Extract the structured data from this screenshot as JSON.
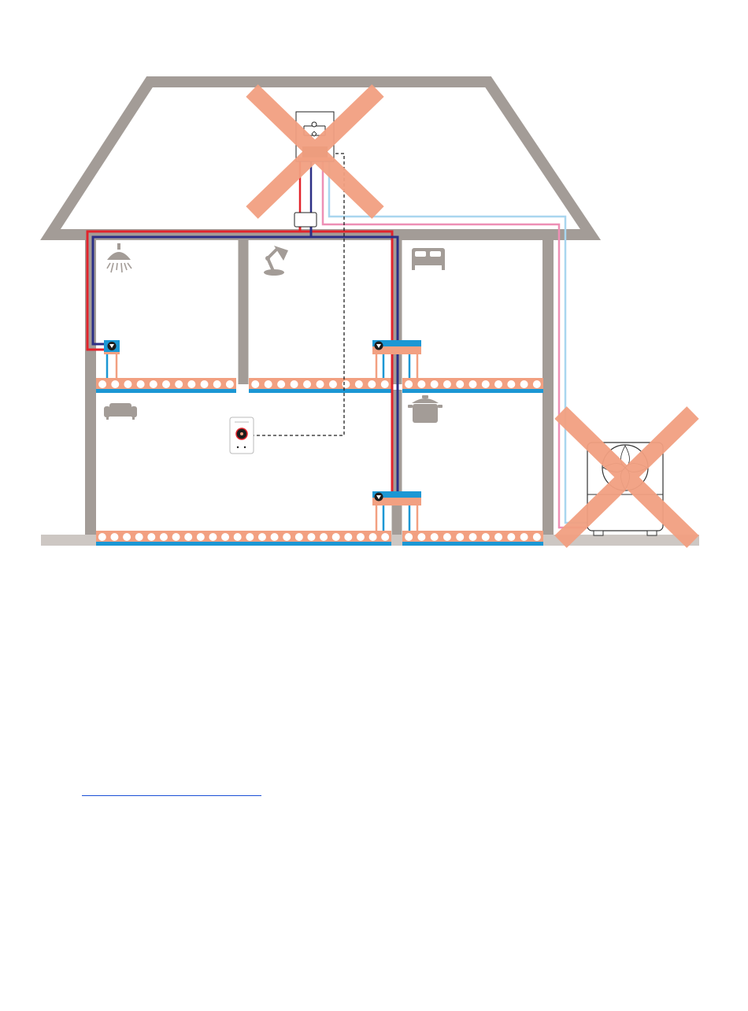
{
  "colors": {
    "house": "#a39c97",
    "cross": "#f2a081",
    "floor_band": "#f2a081",
    "floor_edge": "#1b97d4",
    "flow_red": "#e2242c",
    "return_blue": "#2c2f86",
    "pink_pipe": "#ee8fb5",
    "light_blue_pipe": "#a9d6ef",
    "manifold": "#1b97d4",
    "manifold_pipe": "#f2a081",
    "icon_gray": "#a39c97",
    "link": "#1a4fd6"
  },
  "icons": [
    "shower-icon",
    "desk-lamp-icon",
    "bed-icon",
    "sofa-icon",
    "cooking-pot-icon",
    "thermostat-icon",
    "heat-pump-icon",
    "boiler-unit-icon",
    "junction-box-icon",
    "manifold-pump-icon"
  ],
  "floors": {
    "upper_loop_counts": [
      11,
      11,
      11
    ],
    "ground_loop_counts": [
      24,
      11
    ]
  }
}
